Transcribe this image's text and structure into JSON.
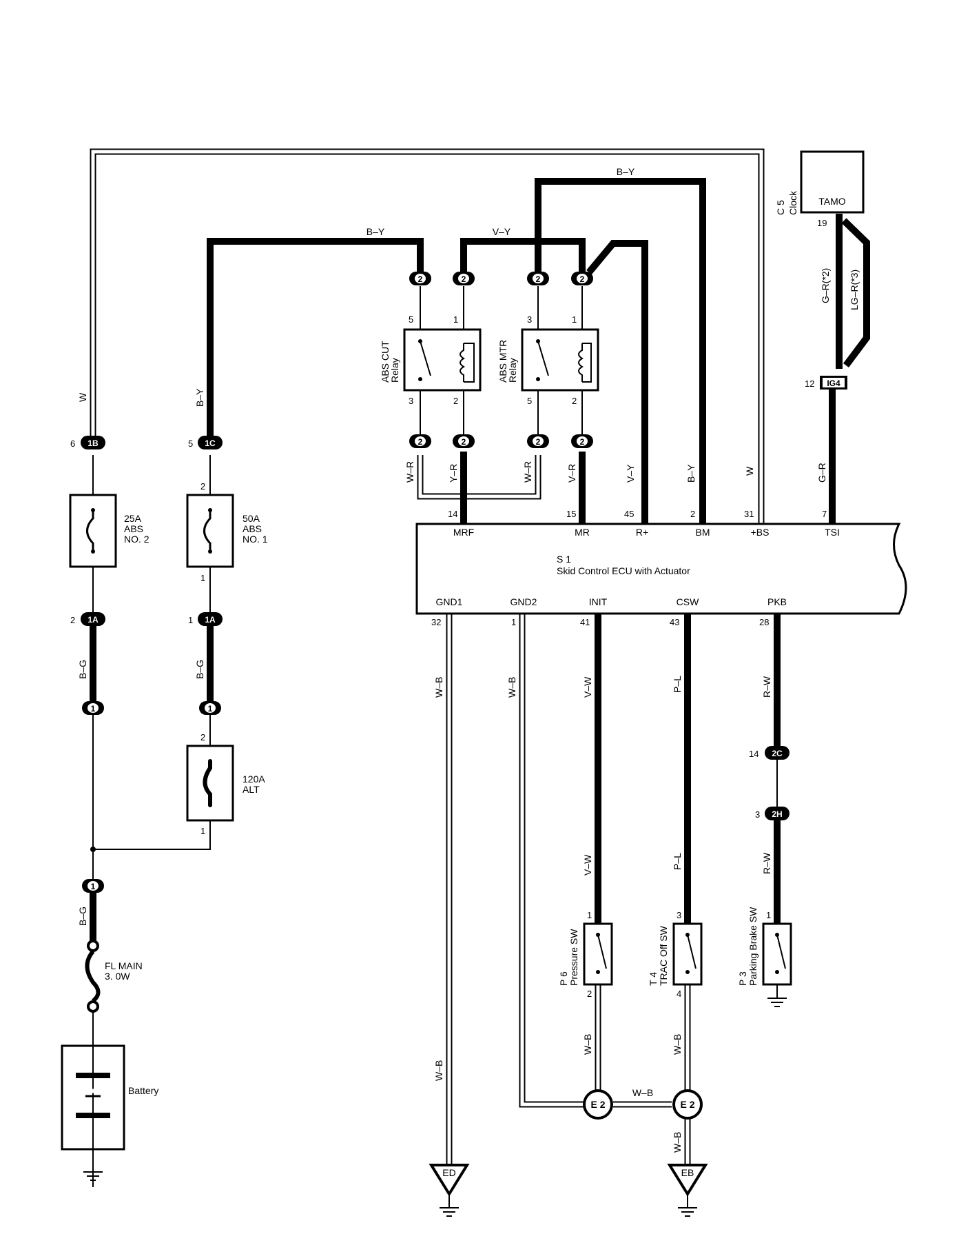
{
  "wires": {
    "top_w": "B–Y",
    "top_by": "B–Y",
    "top_vy": "V–Y",
    "w_left": "W",
    "by_left": "B–Y",
    "bg_1": "B–G",
    "bg_2": "B–G",
    "bg_3": "B–G",
    "wr_1": "W–R",
    "yr": "Y–R",
    "wr_2": "W–R",
    "vr": "V–R",
    "vy_right": "V–Y",
    "by_right": "B–Y",
    "w_right": "W",
    "gr_right": "G–R",
    "gr2": "G–R(*2)",
    "lgr3": "LG–R(*3)",
    "wb_1": "W–B",
    "wb_2": "W–B",
    "vw_1": "V–W",
    "pl_1": "P–L",
    "rw_1": "R–W",
    "vw_2": "V–W",
    "pl_2": "P–L",
    "rw_2": "R–W",
    "wb_3": "W–B",
    "wb_4": "W–B",
    "wb_5": "W–B",
    "wb_6": "W–B",
    "wb_7": "W–B"
  },
  "connectors": {
    "c1B": "1B",
    "c1B_pin": "6",
    "c1C": "1C",
    "c1C_pin": "5",
    "c1A_a": "1A",
    "c1A_a_pin": "2",
    "c1A_b": "1A",
    "c1A_b_pin": "1",
    "c1_a": "1",
    "c1_b": "1",
    "c1_c": "1",
    "r2": "2",
    "c2C": "2C",
    "c2C_pin": "14",
    "c2H": "2H",
    "c2H_pin": "3",
    "ig4": "IG4",
    "ig4_pin": "12"
  },
  "fuses": {
    "abs2_rating": "25A",
    "abs2_name": "ABS",
    "abs2_no": "NO. 2",
    "abs1_rating": "50A",
    "abs1_name": "ABS",
    "abs1_no": "NO. 1",
    "alt_rating": "120A",
    "alt_name": "ALT",
    "flmain_name": "FL MAIN",
    "flmain_size": "3. 0W",
    "pin1": "1",
    "pin2": "2"
  },
  "relays": {
    "cut_name": "ABS CUT",
    "cut_sub": "Relay",
    "mtr_name": "ABS MTR",
    "mtr_sub": "Relay",
    "p5": "5",
    "p1": "1",
    "p3": "3",
    "p2": "2"
  },
  "clock": {
    "ref": "C 5",
    "name": "Clock",
    "terminal": "TAMO",
    "pin": "19"
  },
  "ecu": {
    "ref": "S 1",
    "name": "Skid Control ECU with Actuator",
    "top_terminals": [
      {
        "name": "MRF",
        "pin": "14"
      },
      {
        "name": "MR",
        "pin": "15"
      },
      {
        "name": "R+",
        "pin": "45"
      },
      {
        "name": "BM",
        "pin": "2"
      },
      {
        "name": "+BS",
        "pin": "31"
      },
      {
        "name": "TSI",
        "pin": "7"
      }
    ],
    "bottom_terminals": [
      {
        "name": "GND1",
        "pin": "32"
      },
      {
        "name": "GND2",
        "pin": "1"
      },
      {
        "name": "INIT",
        "pin": "41"
      },
      {
        "name": "CSW",
        "pin": "43"
      },
      {
        "name": "PKB",
        "pin": "28"
      }
    ]
  },
  "switches": {
    "p6_ref": "P 6",
    "p6_name": "Pressure SW",
    "p6_in": "1",
    "p6_out": "2",
    "t4_ref": "T 4",
    "t4_name": "TRAC Off SW",
    "t4_in": "3",
    "t4_out": "4",
    "p3_ref": "P 3",
    "p3_name": "Parking Brake SW",
    "p3_in": "1"
  },
  "grounds": {
    "e2_a": "E 2",
    "e2_b": "E 2",
    "ed": "ED",
    "eb": "EB"
  },
  "battery": {
    "label": "Battery"
  }
}
